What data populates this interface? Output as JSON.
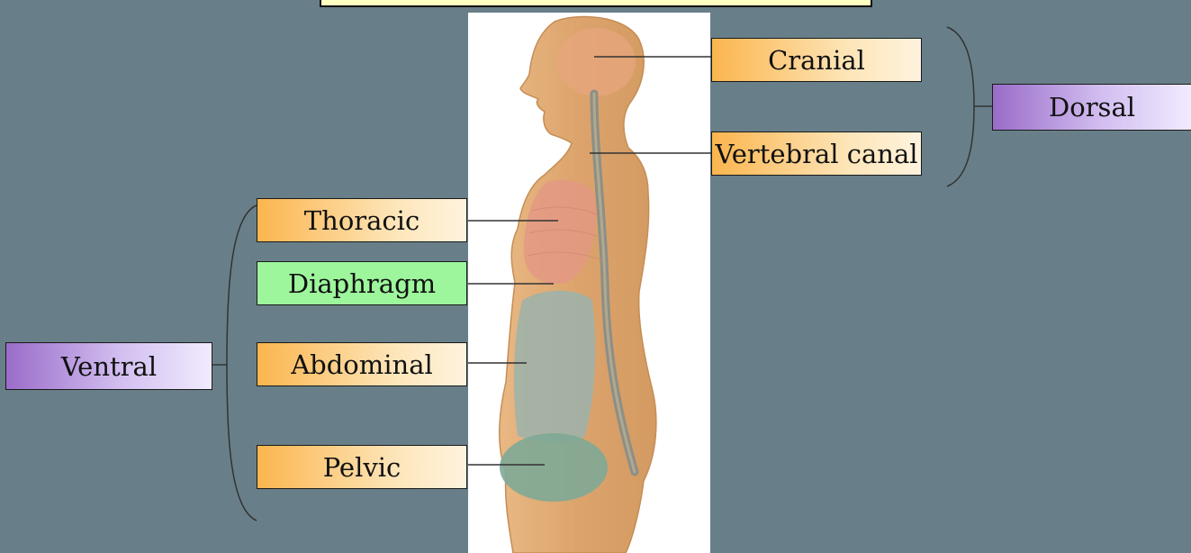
{
  "labels": {
    "cranial": "Cranial",
    "vertebral_canal": "Vertebral canal",
    "dorsal": "Dorsal",
    "thoracic": "Thoracic",
    "diaphragm": "Diaphragm",
    "abdominal": "Abdominal",
    "pelvic": "Pelvic",
    "ventral": "Ventral"
  },
  "colors": {
    "background": "#687f89",
    "cavity_label": "#fbb54e",
    "diaphragm_label": "#9df69c",
    "group_label": "#9a6cc9",
    "title_bar": "#ffffc2"
  }
}
